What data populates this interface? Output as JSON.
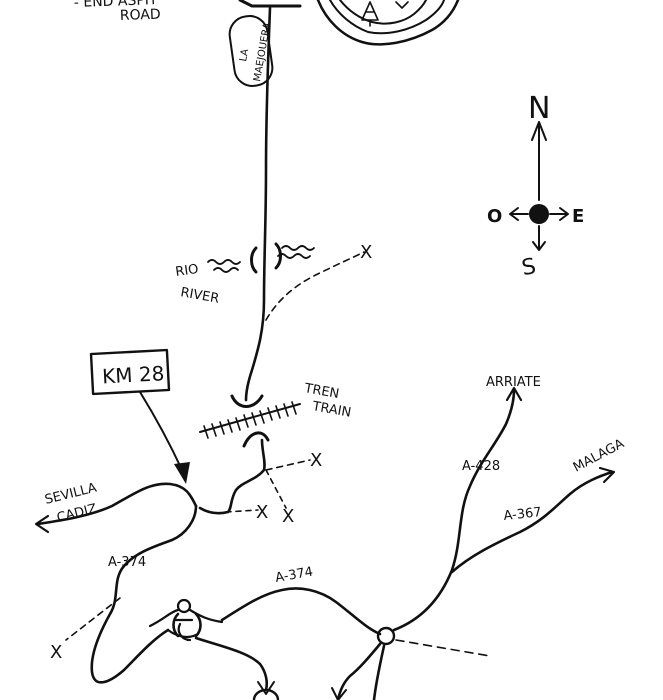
{
  "top_label": {
    "line1": "- END ASPH",
    "line2": "ROAD"
  },
  "side_label": {
    "line1": "LA",
    "line2": "MAEJOUERA"
  },
  "compass": {
    "north": "N",
    "west": "O",
    "east": "E",
    "south": "S"
  },
  "river": {
    "es": "RIO",
    "en": "RIVER"
  },
  "train": {
    "es": "TREN",
    "en": "TRAIN"
  },
  "km_box": {
    "text": "KM 28"
  },
  "destinations": {
    "sevilla": "SEVILLA",
    "cadiz": "CADIZ",
    "arriate": "ARRIATE",
    "malaga": "MALAGA"
  },
  "roads": {
    "a374_left": "A-374",
    "a374_mid": "A-374",
    "a428": "A-428",
    "a367": "A-367"
  },
  "markers": {
    "x": "X"
  },
  "colors": {
    "ink": "#111111",
    "paper": "#ffffff"
  }
}
